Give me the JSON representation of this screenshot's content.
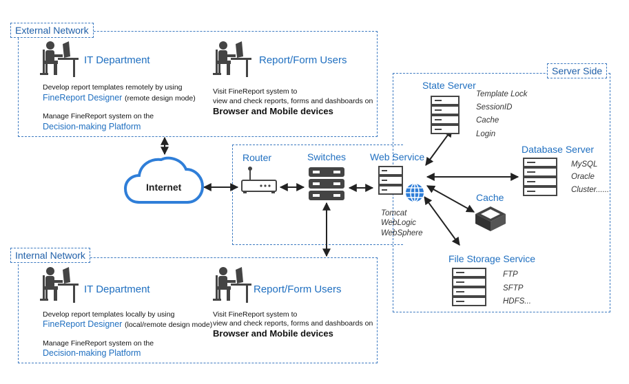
{
  "external": {
    "tag": "External Network",
    "it": {
      "title": "IT Department",
      "line1": "Develop report templates remotely by using",
      "link1": "FineReport Designer",
      "link1_note": "(remote design mode)",
      "line2": "Manage FineReport system on the",
      "link2": "Decision-making Platform"
    },
    "users": {
      "title": "Report/Form Users",
      "line1": "Visit FineReport system to",
      "line2": "view and check reports, forms and dashboards on",
      "bold": "Browser and Mobile devices"
    }
  },
  "internal": {
    "tag": "Internal Network",
    "it": {
      "title": "IT Department",
      "line1": "Develop report templates locally by using",
      "link1": "FineReport Designer",
      "link1_note": "(local/remote design mode)",
      "line2": "Manage FineReport system on the",
      "link2": "Decision-making Platform"
    },
    "users": {
      "title": "Report/Form Users",
      "line1": "Visit FineReport system to",
      "line2": "view and check reports, forms and dashboards on",
      "bold": "Browser and Mobile devices"
    }
  },
  "network": {
    "internet": "Internet",
    "router": "Router",
    "switches": "Switches",
    "web_service": "Web Service",
    "web_items": [
      "Tomcat",
      "WebLogic",
      "WebSphere"
    ]
  },
  "server_side": {
    "tag": "Server Side",
    "state_server": {
      "title": "State Server",
      "items": [
        "Template Lock",
        "SessionID",
        "Cache",
        "Login"
      ]
    },
    "database_server": {
      "title": "Database Server",
      "items": [
        "MySQL",
        "Oracle",
        "Cluster......"
      ]
    },
    "cache": {
      "title": "Cache"
    },
    "file_storage": {
      "title": "File Storage Service",
      "items": [
        "FTP",
        "SFTP",
        "HDFS..."
      ]
    }
  },
  "colors": {
    "accent": "#1f6fc0",
    "dashed": "#3a78c0",
    "icon": "#4a4a4a",
    "cloud": "#2f7ed8"
  }
}
